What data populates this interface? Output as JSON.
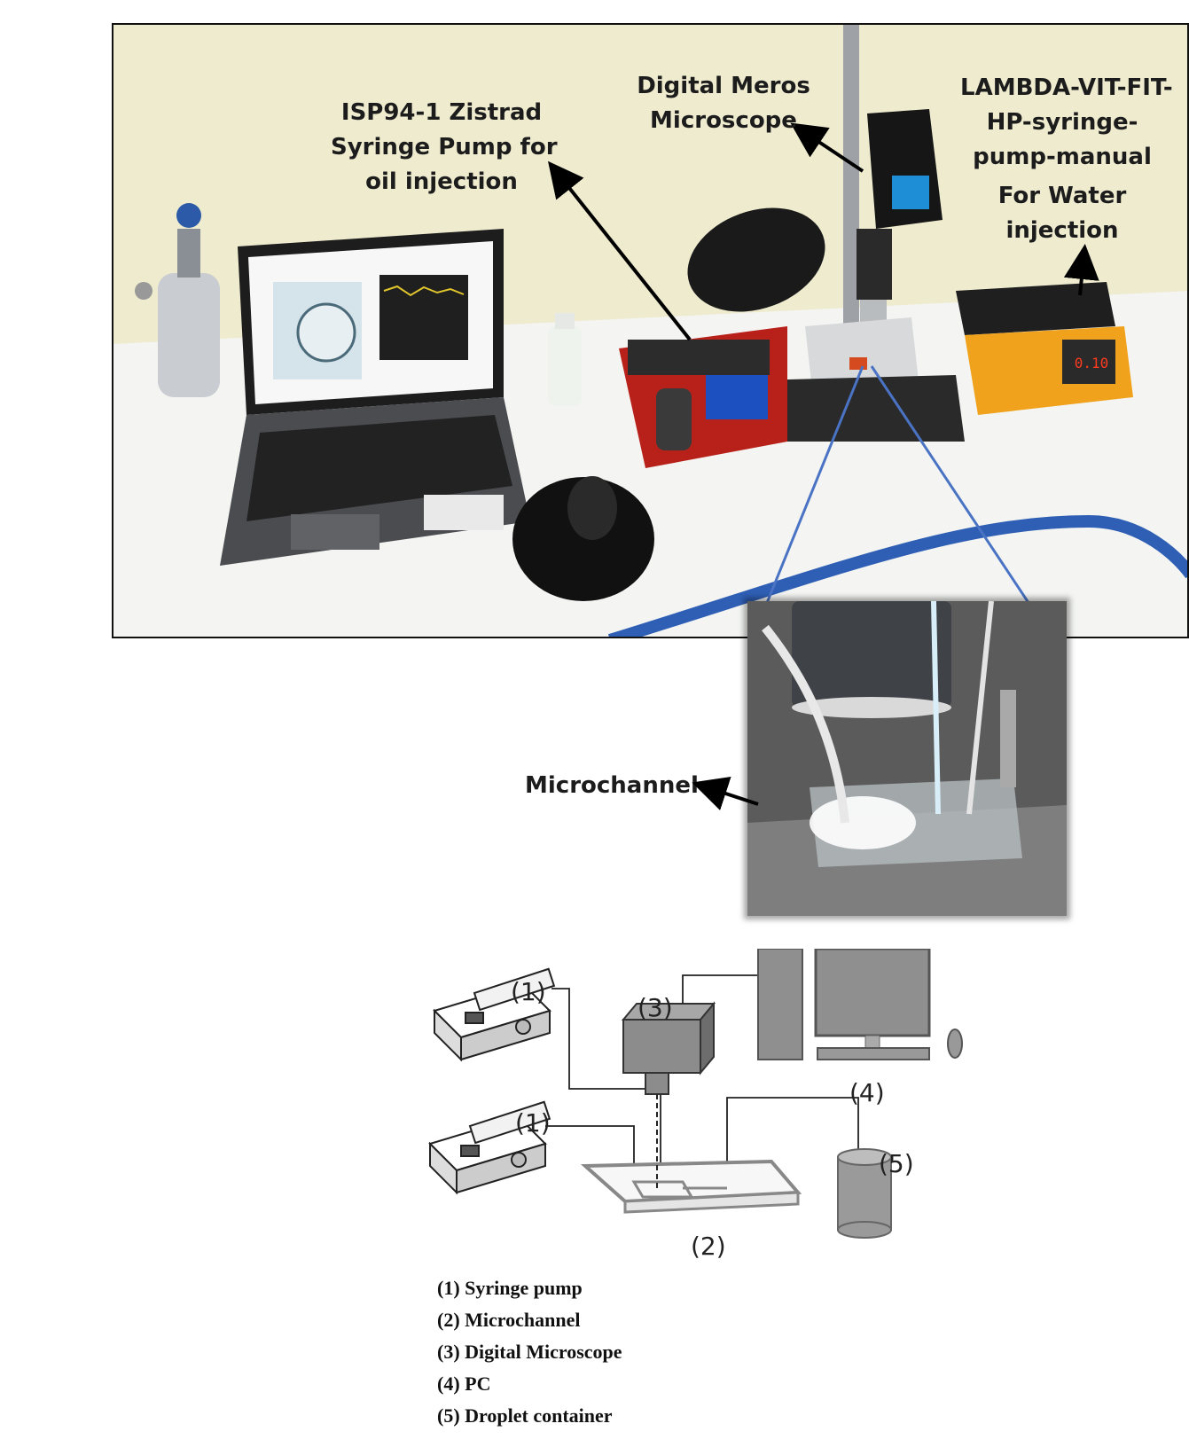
{
  "photo_labels": {
    "pump_oil": [
      "ISP94-1 Zistrad",
      "Syringe Pump for",
      "oil injection"
    ],
    "microscope": [
      "Digital Meros",
      "Microscope"
    ],
    "pump_water_model": [
      "LAMBDA-VIT-FIT-",
      "HP-syringe-",
      "pump-manual"
    ],
    "pump_water_purpose": [
      "For Water",
      "injection"
    ],
    "microchannel": "Microchannel"
  },
  "schematic": {
    "labels": {
      "pump_top": "(1)",
      "pump_bottom": "(1)",
      "microchannel": "(2)",
      "microscope": "(3)",
      "pc": "(4)",
      "container": "(5)"
    },
    "legend": [
      "(1) Syringe pump",
      "(2) Microchannel",
      "(3) Digital Microscope",
      "(4) PC",
      "(5) Droplet container"
    ]
  }
}
